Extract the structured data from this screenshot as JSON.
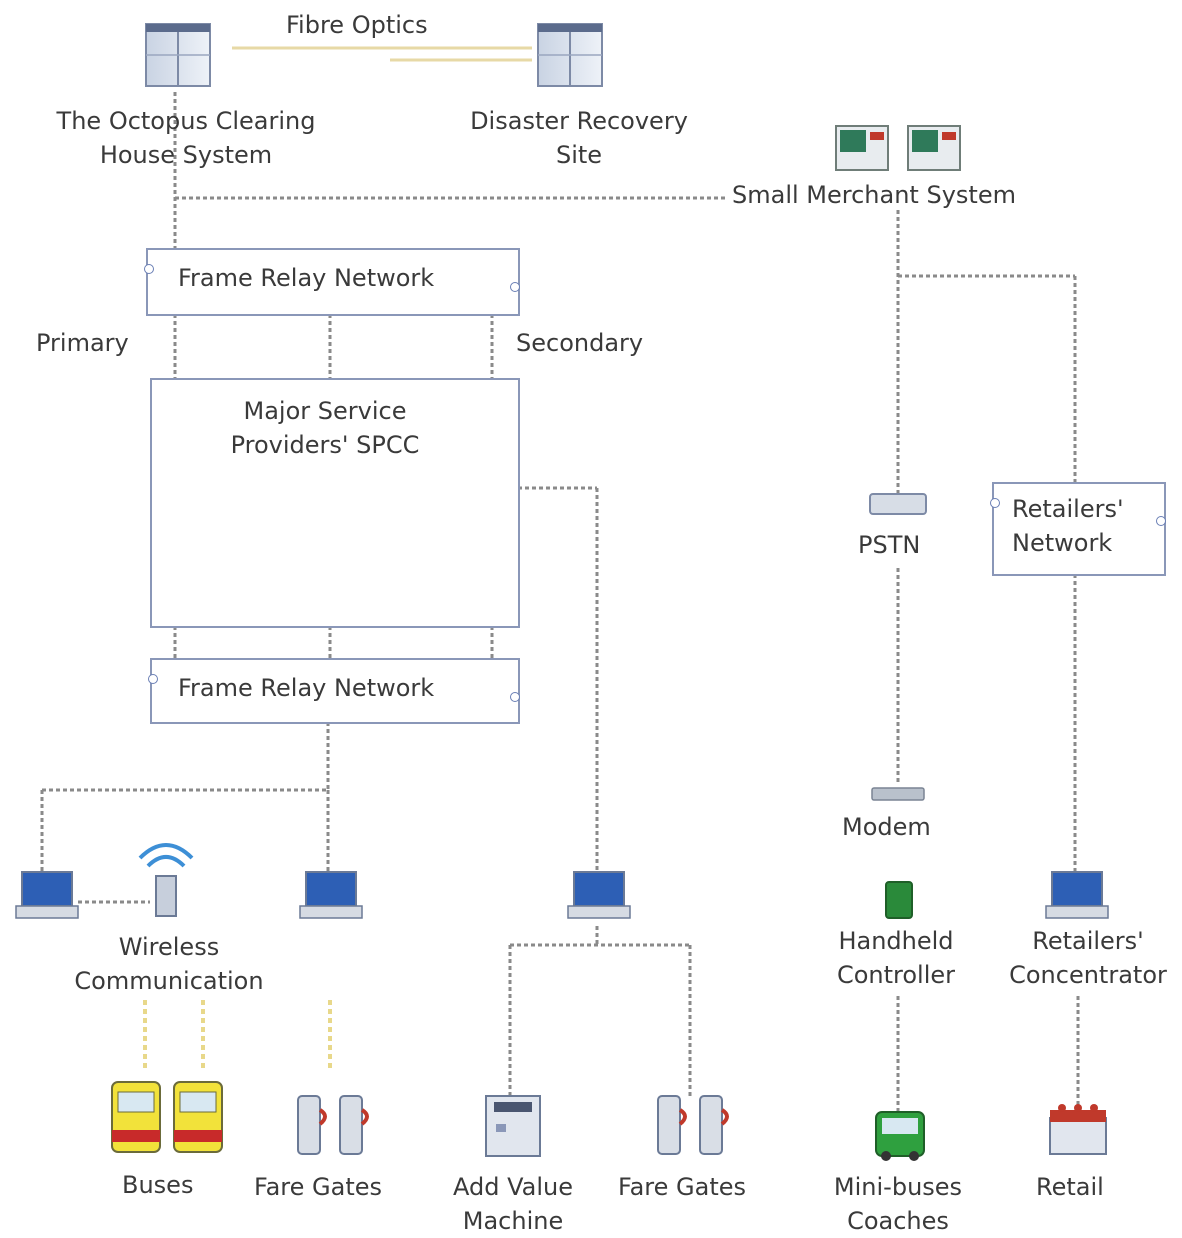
{
  "top": {
    "fibre_label": "Fibre Optics",
    "clearing_house": [
      "The Octopus Clearing",
      "House System"
    ],
    "disaster_recovery": [
      "Disaster Recovery",
      "Site"
    ],
    "small_merchant": "Small Merchant System"
  },
  "networks": {
    "frame_relay_top": "Frame Relay Network",
    "frame_relay_bottom": "Frame Relay Network",
    "primary": "Primary",
    "secondary": "Secondary",
    "major_service": [
      "Major Service",
      "Providers' SPCC"
    ],
    "pstn": "PSTN",
    "retailers_network": [
      "Retailers'",
      "Network"
    ]
  },
  "devices": {
    "wireless": [
      "Wireless",
      "Communication"
    ],
    "modem": "Modem",
    "handheld": [
      "Handheld",
      "Controller"
    ],
    "retailers_concentrator": [
      "Retailers'",
      "Concentrator"
    ]
  },
  "endpoints": {
    "buses": "Buses",
    "fare_gates_1": "Fare Gates",
    "add_value": [
      "Add Value",
      "Machine"
    ],
    "fare_gates_2": "Fare Gates",
    "minibuses": [
      "Mini-buses",
      "Coaches"
    ],
    "retail": "Retail"
  },
  "colors": {
    "line": "#8a8a8a",
    "box_border": "#8a97b8",
    "fibre_line": "#e7d9a6",
    "laptop_screen": "#2d5fb5",
    "bus_yellow": "#f2e23a",
    "bus_red": "#c82a2a",
    "handheld_green": "#2a8a3a",
    "merchant_green": "#2f7a5a"
  }
}
